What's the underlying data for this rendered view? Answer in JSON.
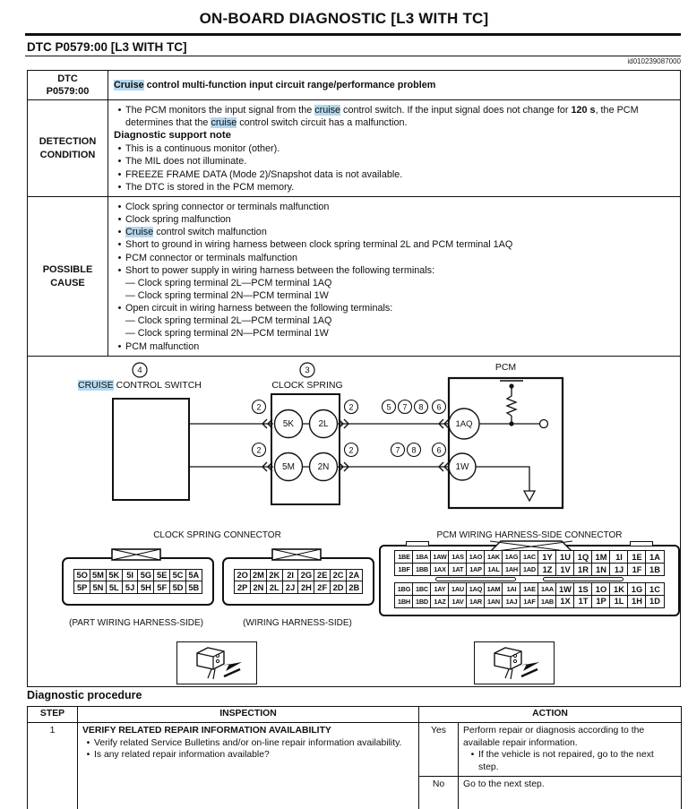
{
  "highlight_color": "#b4d7ee",
  "page": {
    "title": "ON-BOARD DIAGNOSTIC [L3 WITH TC]",
    "dtc_heading": "DTC P0579:00 [L3 WITH TC]",
    "doc_id": "id010239087000"
  },
  "dtc_row": {
    "label_line1": "DTC",
    "label_line2": "P0579:00",
    "description": [
      {
        "t": "Cruise",
        "hl": true
      },
      {
        "t": " control multi-function input circuit range/performance problem"
      }
    ]
  },
  "detection": {
    "label_line1": "DETECTION",
    "label_line2": "CONDITION",
    "items": [
      {
        "type": "bullet",
        "segs": [
          {
            "t": "The PCM monitors the input signal from the "
          },
          {
            "t": "cruise",
            "hl": true
          },
          {
            "t": " control switch. If the input signal does not change for "
          },
          {
            "t": "120 s",
            "b": true
          },
          {
            "t": ", the PCM determines that the "
          },
          {
            "t": "cruise",
            "hl": true
          },
          {
            "t": " control switch circuit has a malfunction."
          }
        ]
      },
      {
        "type": "heading",
        "segs": [
          {
            "t": "Diagnostic support note"
          }
        ]
      },
      {
        "type": "bullet",
        "segs": [
          {
            "t": "This is a continuous monitor (other)."
          }
        ]
      },
      {
        "type": "bullet",
        "segs": [
          {
            "t": "The MIL does not illuminate."
          }
        ]
      },
      {
        "type": "bullet",
        "segs": [
          {
            "t": "FREEZE FRAME DATA (Mode 2)/Snapshot data is not available."
          }
        ]
      },
      {
        "type": "bullet",
        "segs": [
          {
            "t": "The DTC is stored in the PCM memory."
          }
        ]
      }
    ]
  },
  "possible_cause": {
    "label_line1": "POSSIBLE",
    "label_line2": "CAUSE",
    "items": [
      {
        "type": "bullet",
        "segs": [
          {
            "t": "Clock spring connector or terminals malfunction"
          }
        ]
      },
      {
        "type": "bullet",
        "segs": [
          {
            "t": "Clock spring malfunction"
          }
        ]
      },
      {
        "type": "bullet",
        "segs": [
          {
            "t": "Cruise",
            "hl": true
          },
          {
            "t": " control switch malfunction"
          }
        ]
      },
      {
        "type": "bullet",
        "segs": [
          {
            "t": "Short to ground in wiring harness between clock spring terminal 2L and PCM terminal 1AQ"
          }
        ]
      },
      {
        "type": "bullet",
        "segs": [
          {
            "t": "PCM connector or terminals malfunction"
          }
        ]
      },
      {
        "type": "bullet",
        "segs": [
          {
            "t": "Short to power supply in wiring harness between the following terminals:"
          }
        ]
      },
      {
        "type": "dash",
        "segs": [
          {
            "t": "— Clock spring terminal 2L—PCM terminal 1AQ"
          }
        ]
      },
      {
        "type": "dash",
        "segs": [
          {
            "t": "— Clock spring terminal 2N—PCM terminal 1W"
          }
        ]
      },
      {
        "type": "bullet",
        "segs": [
          {
            "t": "Open circuit in wiring harness between the following terminals:"
          }
        ]
      },
      {
        "type": "dash",
        "segs": [
          {
            "t": "— Clock spring terminal 2L—PCM terminal 1AQ"
          }
        ]
      },
      {
        "type": "dash",
        "segs": [
          {
            "t": "— Clock spring terminal 2N—PCM terminal 1W"
          }
        ]
      },
      {
        "type": "bullet",
        "segs": [
          {
            "t": "PCM malfunction"
          }
        ]
      }
    ]
  },
  "diagram": {
    "switch": {
      "callout": "4",
      "label_hl": "CRUISE",
      "label_rest": " CONTROL SWITCH"
    },
    "clock_spring": {
      "callout": "3",
      "label": "CLOCK SPRING",
      "terminals": {
        "tl": "5K",
        "tr": "2L",
        "bl": "5M",
        "br": "2N"
      }
    },
    "pcm": {
      "label": "PCM",
      "terminals": {
        "top": "1AQ",
        "bottom": "1W"
      }
    },
    "callouts": {
      "top": [
        "2",
        "2",
        "5",
        "7",
        "8",
        "6"
      ],
      "bottom": [
        "2",
        "2",
        "7",
        "8",
        "6"
      ]
    }
  },
  "connectors": {
    "clock_spring": {
      "title": "CLOCK SPRING CONNECTOR",
      "part_side": {
        "caption": "(PART WIRING HARNESS-SIDE)",
        "rows": [
          [
            "5O",
            "5M",
            "5K",
            "5I",
            "5G",
            "5E",
            "5C",
            "5A"
          ],
          [
            "5P",
            "5N",
            "5L",
            "5J",
            "5H",
            "5F",
            "5D",
            "5B"
          ]
        ]
      },
      "harness_side": {
        "caption": "(WIRING HARNESS-SIDE)",
        "rows": [
          [
            "2O",
            "2M",
            "2K",
            "2I",
            "2G",
            "2E",
            "2C",
            "2A"
          ],
          [
            "2P",
            "2N",
            "2L",
            "2J",
            "2H",
            "2F",
            "2D",
            "2B"
          ]
        ]
      }
    },
    "pcm": {
      "title": "PCM WIRING HARNESS-SIDE CONNECTOR",
      "row_group_top": [
        [
          "1BE",
          "1BA",
          "1AW",
          "1AS",
          "1AO",
          "1AK",
          "1AG",
          "1AC",
          "1Y",
          "1U",
          "1Q",
          "1M",
          "1I",
          "1E",
          "1A"
        ],
        [
          "1BF",
          "1BB",
          "1AX",
          "1AT",
          "1AP",
          "1AL",
          "1AH",
          "1AD",
          "1Z",
          "1V",
          "1R",
          "1N",
          "1J",
          "1F",
          "1B"
        ]
      ],
      "row_group_bottom": [
        [
          "1BG",
          "1BC",
          "1AY",
          "1AU",
          "1AQ",
          "1AM",
          "1AI",
          "1AE",
          "1AA",
          "1W",
          "1S",
          "1O",
          "1K",
          "1G",
          "1C"
        ],
        [
          "1BH",
          "1BD",
          "1AZ",
          "1AV",
          "1AR",
          "1AN",
          "1AJ",
          "1AF",
          "1AB",
          "1X",
          "1T",
          "1P",
          "1L",
          "1H",
          "1D"
        ]
      ]
    }
  },
  "procedure": {
    "heading": "Diagnostic procedure",
    "headers": {
      "step": "STEP",
      "inspection": "INSPECTION",
      "action": "ACTION"
    },
    "rows": [
      {
        "step": "1",
        "inspection_title": "VERIFY RELATED REPAIR INFORMATION AVAILABILITY",
        "inspection_bullets": [
          "Verify related Service Bulletins and/or on-line repair information availability.",
          "Is any related repair information available?"
        ],
        "branches": [
          {
            "answer": "Yes",
            "action_lines": [
              {
                "type": "plain",
                "t": "Perform repair or diagnosis according to the available repair information."
              },
              {
                "type": "bullet",
                "t": "If the vehicle is not repaired, go to the next step."
              }
            ]
          },
          {
            "answer": "No",
            "action_lines": [
              {
                "type": "plain",
                "t": "Go to the next step."
              }
            ]
          }
        ]
      }
    ]
  }
}
